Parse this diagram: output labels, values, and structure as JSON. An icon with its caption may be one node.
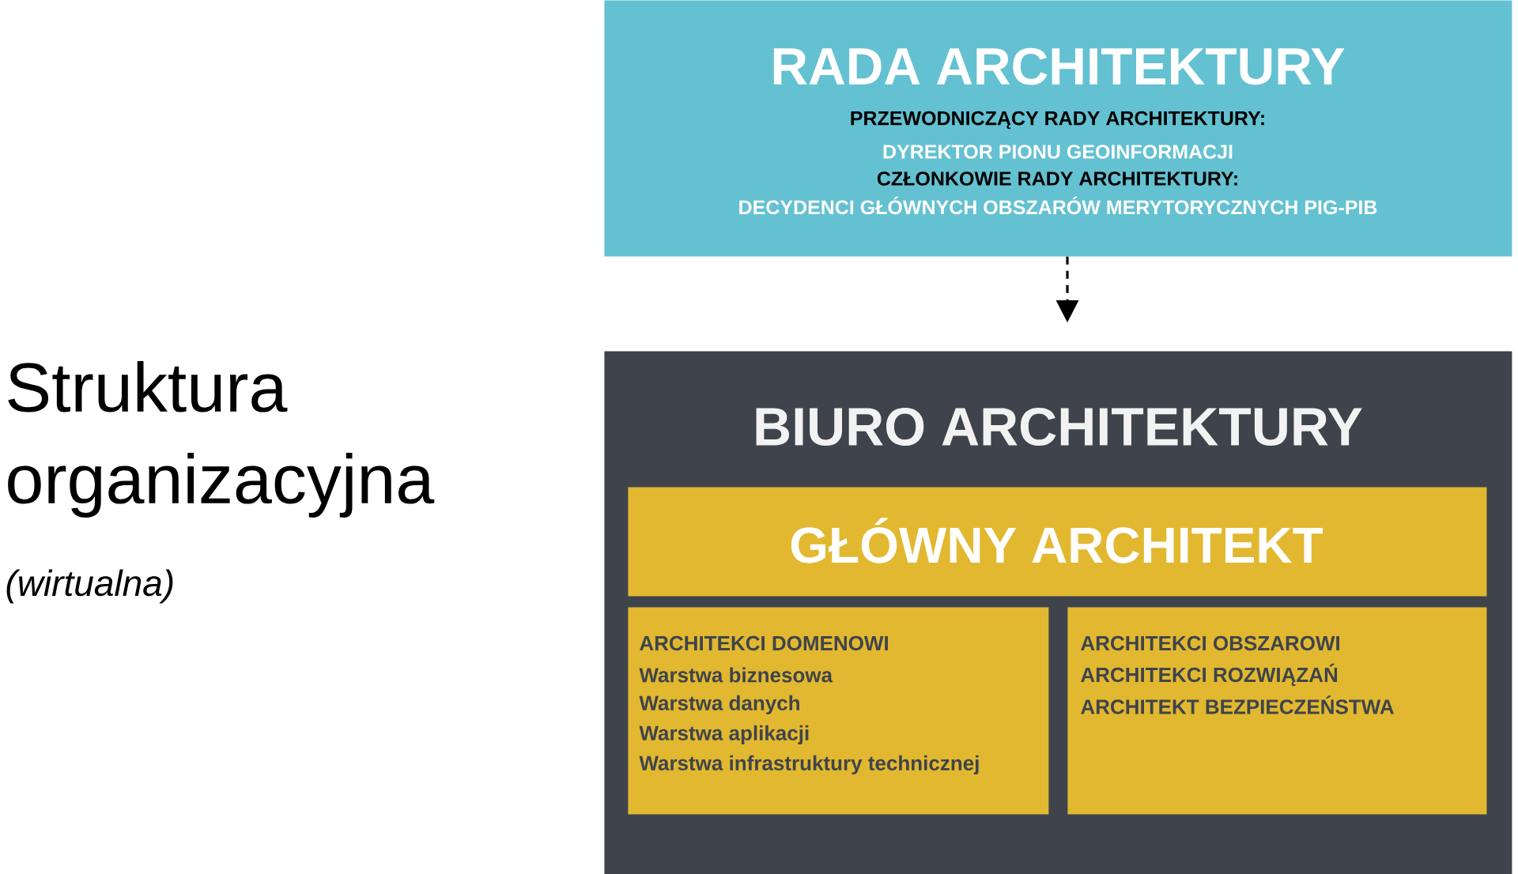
{
  "diagram": {
    "title": "Struktura organizacyjna",
    "nodes": [
      {
        "text": [
          "RADA ARCHITEKTURY",
          "PRZEWODNICZĄCY RADY ARCHITEKTURY:",
          "DYREKTOR PIONU GEOINFORMACJI",
          "CZŁONKOWIE RADY ARCHITEKTURY:",
          "DECYDENCI GŁÓWNYCH OBSZARÓW MERYTORYCZNYCH PIG-PIB"
        ]
      },
      {
        "text": [
          "BIURO ARCHITEKTURY"
        ]
      },
      {
        "text": [
          "GŁÓWNY ARCHITEKT"
        ],
        "in": 1
      },
      {
        "text": [
          "ARCHITEKCI DOMENOWI",
          "Warstwa biznesowa",
          "Warstwa danych",
          "Warstwa aplikacji",
          "Warstwa infrastruktury technicznej"
        ],
        "in": 1
      },
      {
        "text": [
          "ARCHITEKCI OBSZAROWI",
          "ARCHITEKCI ROZWIĄZAŃ",
          "ARCHITEKT BEZPIECZEŃSTWA"
        ],
        "in": 1
      }
    ],
    "edges": [
      {
        "from": 0,
        "to": 1,
        "arrow": "to",
        "style": "dashed"
      }
    ],
    "labels": [
      "(wirtualna)"
    ]
  }
}
